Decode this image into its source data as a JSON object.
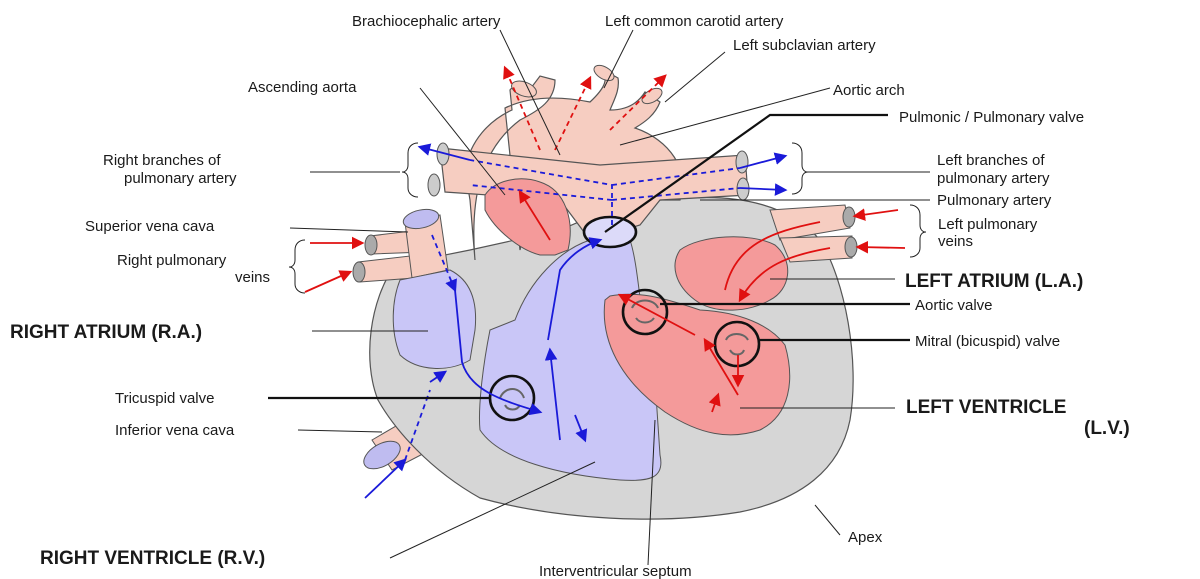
{
  "labels": {
    "brachiocephalic": "Brachiocephalic artery",
    "left_common_carotid": "Left common carotid artery",
    "left_subclavian": "Left subclavian artery",
    "ascending_aorta": "Ascending aorta",
    "aortic_arch": "Aortic arch",
    "pulmonic_valve": "Pulmonic / Pulmonary valve",
    "right_branches_1": "Right branches of",
    "right_branches_2": "pulmonary artery",
    "left_branches_1": "Left branches of",
    "left_branches_2": "pulmonary artery",
    "pulmonary_artery": "Pulmonary artery",
    "superior_vena_cava": "Superior vena cava",
    "left_pulm_veins_1": "Left pulmonary",
    "left_pulm_veins_2": "veins",
    "right_pulm_veins_1": "Right pulmonary",
    "right_pulm_veins_2": "veins",
    "left_atrium": "LEFT ATRIUM (L.A.)",
    "aortic_valve": "Aortic valve",
    "right_atrium": "RIGHT ATRIUM (R.A.)",
    "mitral_valve": "Mitral (bicuspid) valve",
    "tricuspid_valve": "Tricuspid valve",
    "left_ventricle_1": "LEFT VENTRICLE",
    "left_ventricle_2": "(L.V.)",
    "inferior_vena_cava": "Inferior vena cava",
    "apex": "Apex",
    "right_ventricle": "RIGHT VENTRICLE (R.V.)",
    "interventricular_septum": "Interventricular septum"
  },
  "colors": {
    "deoxygenated_chamber": "#c9c6f7",
    "oxygenated_chamber": "#f49a9a",
    "vessel": "#f6cdc1",
    "wall": "#bdbdbd",
    "pericardium": "#d9d9d9",
    "deoxygenated_flow": "#1a1ad9",
    "oxygenated_flow": "#e01010"
  }
}
